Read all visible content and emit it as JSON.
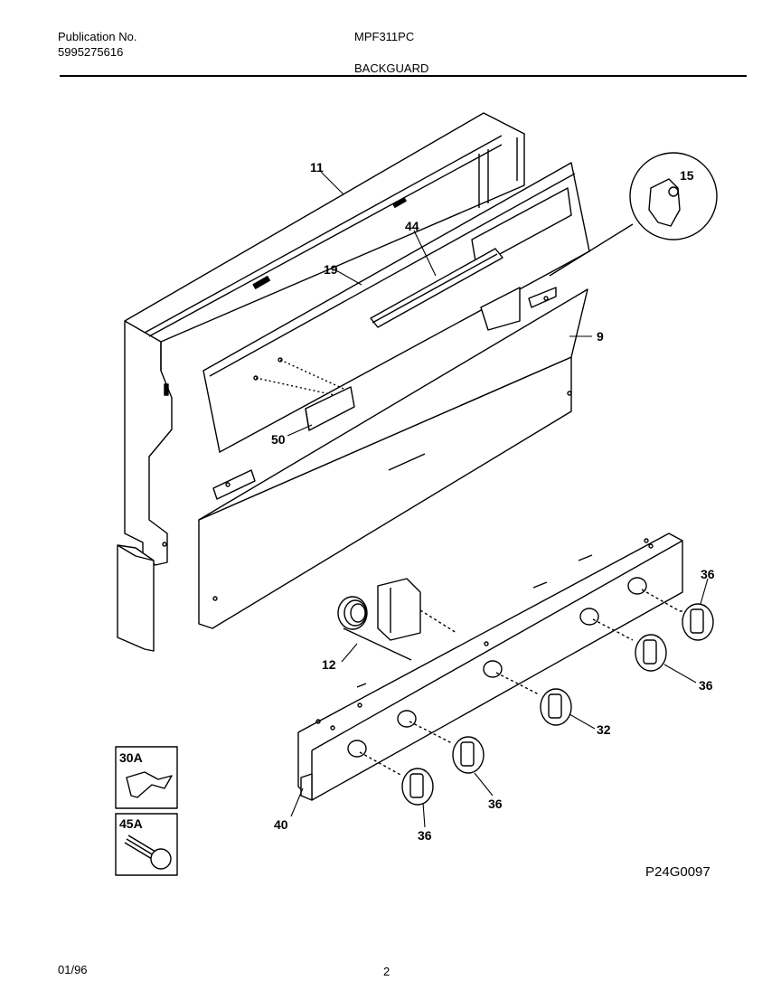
{
  "header": {
    "publication_label": "Publication No.",
    "publication_number": "5995275616",
    "model": "MPF311PC",
    "section": "BACKGUARD"
  },
  "footer": {
    "date": "01/96",
    "page": "2"
  },
  "diagram_code": "P24G0097",
  "callouts": {
    "c11": "11",
    "c44": "44",
    "c19": "19",
    "c15": "15",
    "c9": "9",
    "c50": "50",
    "c12": "12",
    "c36a": "36",
    "c36b": "36",
    "c32": "32",
    "c36c": "36",
    "c36d": "36",
    "c40": "40"
  },
  "insets": {
    "i30a": "30A",
    "i45a": "45A"
  }
}
